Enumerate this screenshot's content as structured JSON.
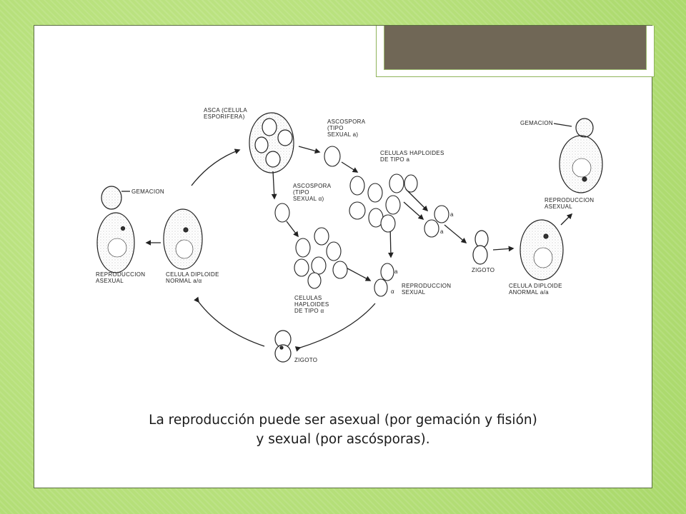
{
  "diagram": {
    "labels": {
      "asca": [
        "ASCA (CELULA",
        "ESPORIFERA)"
      ],
      "ascospora_a": [
        "ASCOSPORA",
        "(TIPO",
        "SEXUAL a)"
      ],
      "ascospora_alpha": [
        "ASCOSPORA",
        "(TIPO",
        "SEXUAL α)"
      ],
      "haploid_a": [
        "CELULAS HAPLOIDES",
        "DE TIPO a"
      ],
      "haploid_alpha": [
        "CELULAS",
        "HAPLOIDES",
        "DE TIPO α"
      ],
      "gemacion_left": "GEMACION",
      "gemacion_right": "GEMACION",
      "repro_asexual_left": [
        "REPRODUCCION",
        "ASEXUAL"
      ],
      "diploid_normal": [
        "CELULA DIPLOIDE",
        "NORMAL a/α"
      ],
      "repro_sexual": [
        "REPRODUCCION",
        "SEXUAL"
      ],
      "zigoto_bottom": "ZIGOTO",
      "zigoto_right": "ZIGOTO",
      "diploid_abnormal": [
        "CELULA DIPLOIDE",
        "ANORMAL a/a"
      ],
      "repro_asexual_right": [
        "REPRODUCCION",
        "ASEXUAL"
      ],
      "mark_a1": "a",
      "mark_a2": "a",
      "mark_a3": "a",
      "mark_alpha": "α"
    }
  },
  "caption": {
    "line1": "La reproducción puede ser asexual (por gemación y fisión)",
    "line2": "y sexual (por ascósporas)."
  }
}
